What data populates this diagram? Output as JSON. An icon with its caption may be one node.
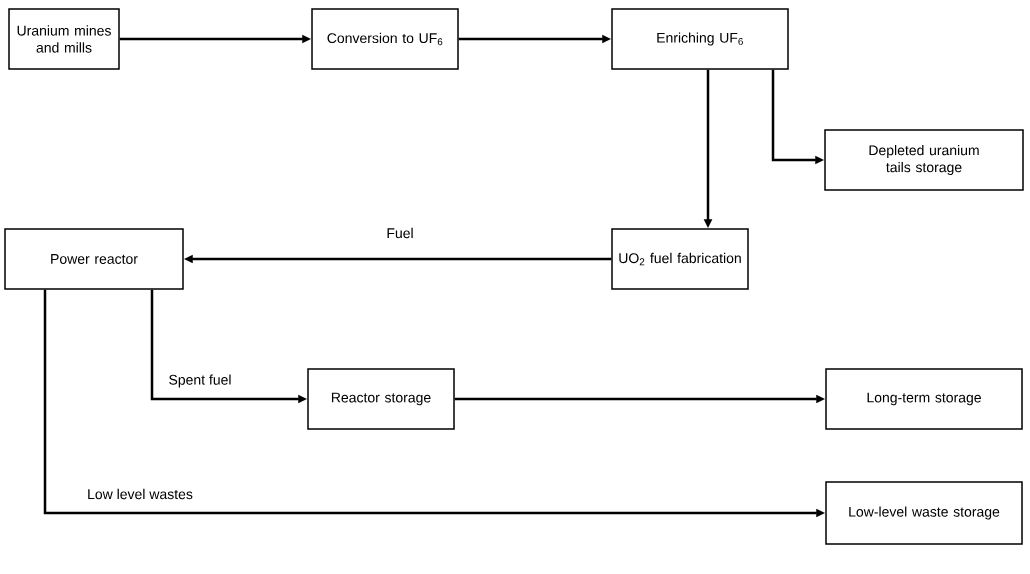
{
  "diagram": {
    "nodes": [
      {
        "text": [
          "Uranium mines and mills"
        ]
      },
      {
        "text": [
          "Conversion to UF$_{6}$"
        ]
      },
      {
        "text": [
          "Enriching UF$_{6}$"
        ]
      },
      {
        "text": [
          "Depleted uranium tails storage"
        ]
      },
      {
        "text": [
          "UO$_{2}$ fuel fabrication"
        ]
      },
      {
        "text": [
          "Power reactor"
        ]
      },
      {
        "text": [
          "Reactor storage"
        ]
      },
      {
        "text": [
          "Long-term storage"
        ]
      },
      {
        "text": [
          "Low-level waste storage"
        ]
      }
    ],
    "edges": [
      {
        "from": 0,
        "to": 1,
        "arrow": "to"
      },
      {
        "from": 1,
        "to": 2,
        "arrow": "to"
      },
      {
        "from": 2,
        "to": 3,
        "arrow": "to"
      },
      {
        "from": 2,
        "to": 4,
        "arrow": "to"
      },
      {
        "from": 4,
        "to": 5,
        "arrow": "to",
        "label": "Fuel"
      },
      {
        "from": 5,
        "to": 6,
        "arrow": "to",
        "label": "Spent fuel"
      },
      {
        "from": 6,
        "to": 7,
        "arrow": "to"
      },
      {
        "from": 5,
        "to": 8,
        "arrow": "to",
        "label": "Low level wastes"
      }
    ]
  }
}
